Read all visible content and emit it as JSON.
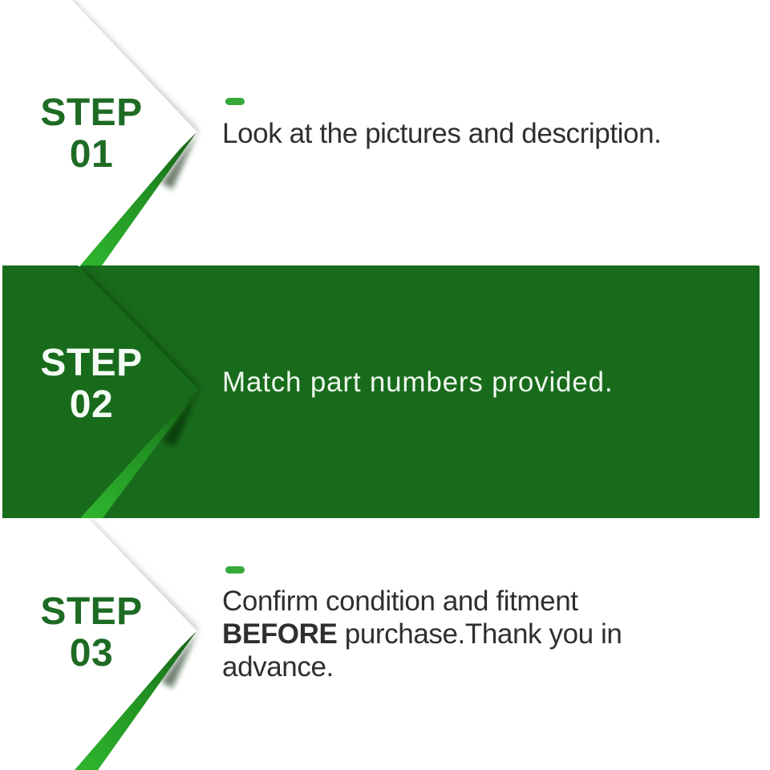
{
  "graphic_title": "three-step purchase instructions",
  "steps": [
    {
      "label": "STEP",
      "number": "01",
      "description": "Look at the pictures and description."
    },
    {
      "label": "STEP",
      "number": "02",
      "description": "Match part numbers provided."
    },
    {
      "label": "STEP",
      "number": "03",
      "description_line1": "Confirm condition and fitment",
      "description_bold": "BEFORE",
      "description_line2_rest": " purchase.Thank you in",
      "description_line3": "advance."
    }
  ],
  "colors": {
    "band_green": "#196b1c",
    "step_text_green": "#1e6b24",
    "step_text_white": "#f4fbf4",
    "body_text": "#2f2f31",
    "dash_green": "#36a93a",
    "ribbon_bright_green": "#2eb42e",
    "ribbon_dark_green": "#175c17",
    "background": "#ffffff"
  }
}
